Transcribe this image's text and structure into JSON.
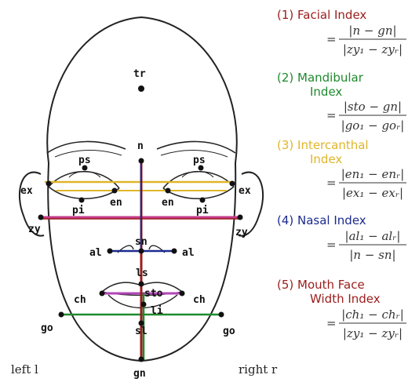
{
  "colors": {
    "facial": "#9b1c1c",
    "mandibular": "#1f8a2e",
    "intercanthal": "#e0b52a",
    "nasal": "#1c2b8f",
    "mouth": "#9b1c1c",
    "zy_line": "#c43a8a",
    "ch_line": "#b246b8",
    "ink": "#111111"
  },
  "landmarks": {
    "tr": "tr",
    "n": "n",
    "ps_l": "ps",
    "ps_r": "ps",
    "ex_l": "ex",
    "ex_r": "ex",
    "en_l": "en",
    "en_r": "en",
    "pi_l": "pi",
    "pi_r": "pi",
    "zy_l": "zy",
    "zy_r": "zy",
    "sn": "sn",
    "al_l": "al",
    "al_r": "al",
    "ls": "ls",
    "ch_l": "ch",
    "ch_r": "ch",
    "sto": "sto",
    "li": "li",
    "go_l": "go",
    "go_r": "go",
    "sl": "sl",
    "gn": "gn"
  },
  "side_labels": {
    "left": "left l",
    "right": "right r"
  },
  "indices": [
    {
      "title_lines": [
        "(1) Facial Index"
      ],
      "color_key": "facial",
      "formula": {
        "num": "|n − gn|",
        "den": "|zy₁ − zyᵣ|"
      }
    },
    {
      "title_lines": [
        "(2) Mandibular",
        "Index"
      ],
      "color_key": "mandibular",
      "formula": {
        "num": "|sto − gn|",
        "den": "|go₁ − goᵣ|"
      }
    },
    {
      "title_lines": [
        "(3) Intercanthal",
        "Index"
      ],
      "color_key": "intercanthal",
      "formula": {
        "num": "|en₁ − enᵣ|",
        "den": "|ex₁ − exᵣ|"
      }
    },
    {
      "title_lines": [
        "(4) Nasal Index"
      ],
      "color_key": "nasal",
      "formula": {
        "num": "|al₁ − alᵣ|",
        "den": "|n − sn|"
      }
    },
    {
      "title_lines": [
        "(5) Mouth Face",
        "Width Index"
      ],
      "color_key": "mouth",
      "formula": {
        "num": "|ch₁ − chᵣ|",
        "den": "|zy₁ − zyᵣ|"
      }
    }
  ],
  "equals_sign": "="
}
